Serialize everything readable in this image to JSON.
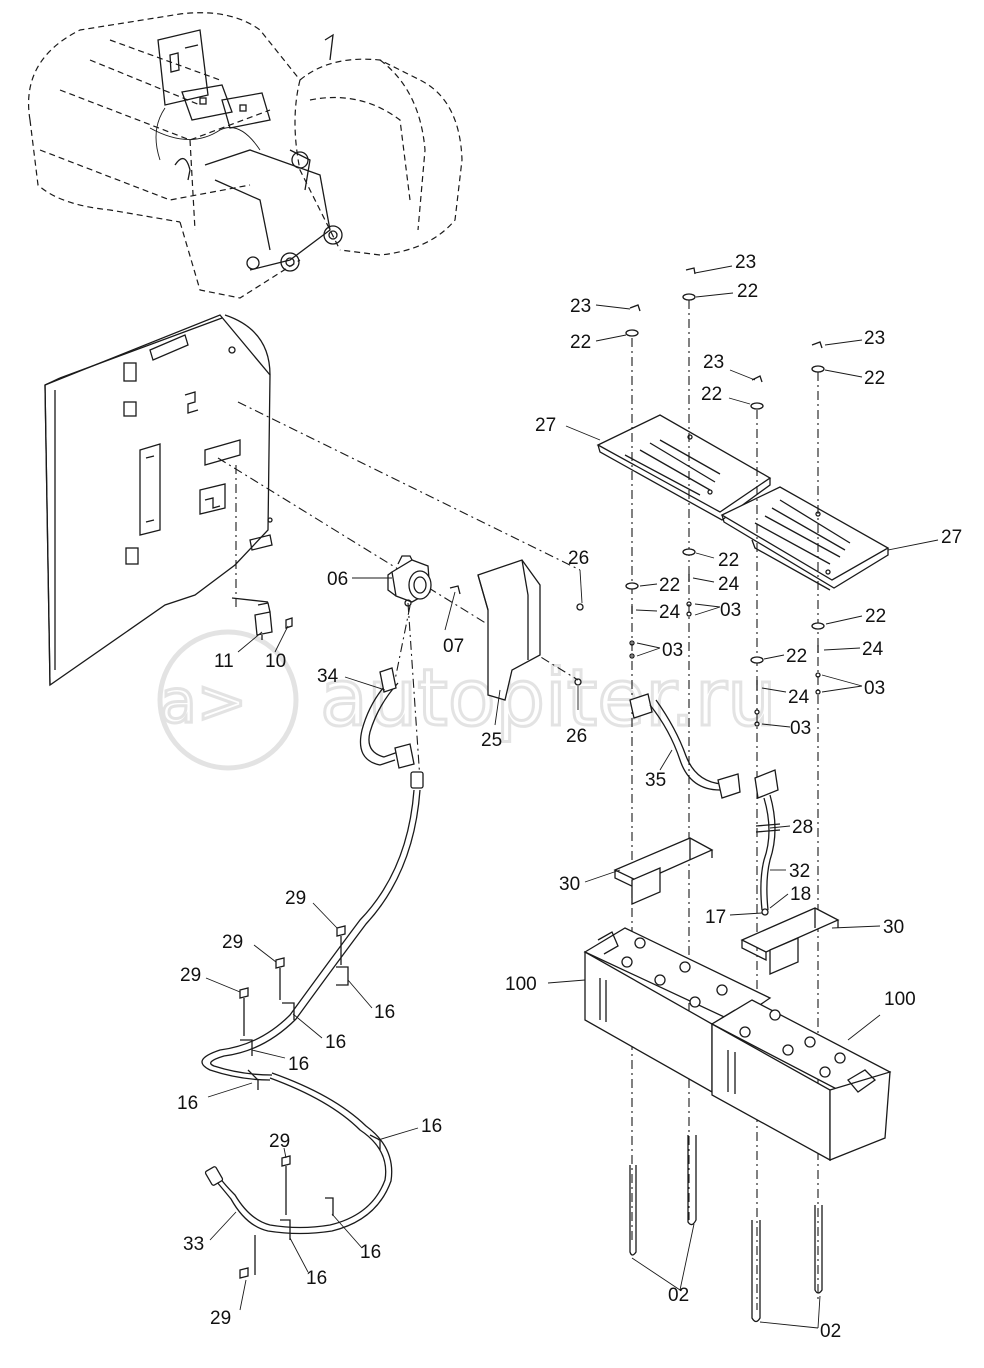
{
  "watermark": "autopiter.ru",
  "callouts": [
    {
      "id": "c23a",
      "text": "23"
    },
    {
      "id": "c22a",
      "text": "22"
    },
    {
      "id": "c23b",
      "text": "23"
    },
    {
      "id": "c22b",
      "text": "22"
    },
    {
      "id": "c23c",
      "text": "23"
    },
    {
      "id": "c22c",
      "text": "22"
    },
    {
      "id": "c23d",
      "text": "23"
    },
    {
      "id": "c22d",
      "text": "22"
    },
    {
      "id": "c27a",
      "text": "27"
    },
    {
      "id": "c27b",
      "text": "27"
    },
    {
      "id": "c22e",
      "text": "22"
    },
    {
      "id": "c24a",
      "text": "24"
    },
    {
      "id": "c22f",
      "text": "22"
    },
    {
      "id": "c24b",
      "text": "24"
    },
    {
      "id": "c03a",
      "text": "03"
    },
    {
      "id": "c03b",
      "text": "03"
    },
    {
      "id": "c22g",
      "text": "22"
    },
    {
      "id": "c24c",
      "text": "24"
    },
    {
      "id": "c22h",
      "text": "22"
    },
    {
      "id": "c24d",
      "text": "24"
    },
    {
      "id": "c03c",
      "text": "03"
    },
    {
      "id": "c03d",
      "text": "03"
    },
    {
      "id": "c26a",
      "text": "26"
    },
    {
      "id": "c26b",
      "text": "26"
    },
    {
      "id": "c25",
      "text": "25"
    },
    {
      "id": "c06",
      "text": "06"
    },
    {
      "id": "c07",
      "text": "07"
    },
    {
      "id": "c11",
      "text": "11"
    },
    {
      "id": "c10",
      "text": "10"
    },
    {
      "id": "c34",
      "text": "34"
    },
    {
      "id": "c35",
      "text": "35"
    },
    {
      "id": "c28",
      "text": "28"
    },
    {
      "id": "c32",
      "text": "32"
    },
    {
      "id": "c18",
      "text": "18"
    },
    {
      "id": "c17",
      "text": "17"
    },
    {
      "id": "c30a",
      "text": "30"
    },
    {
      "id": "c30b",
      "text": "30"
    },
    {
      "id": "c100a",
      "text": "100"
    },
    {
      "id": "c100b",
      "text": "100"
    },
    {
      "id": "c29a",
      "text": "29"
    },
    {
      "id": "c29b",
      "text": "29"
    },
    {
      "id": "c29c",
      "text": "29"
    },
    {
      "id": "c16a",
      "text": "16"
    },
    {
      "id": "c16b",
      "text": "16"
    },
    {
      "id": "c16c",
      "text": "16"
    },
    {
      "id": "c16d",
      "text": "16"
    },
    {
      "id": "c16e",
      "text": "16"
    },
    {
      "id": "c29d",
      "text": "29"
    },
    {
      "id": "c33",
      "text": "33"
    },
    {
      "id": "c16f",
      "text": "16"
    },
    {
      "id": "c16g",
      "text": "16"
    },
    {
      "id": "c29e",
      "text": "29"
    },
    {
      "id": "c02a",
      "text": "02"
    },
    {
      "id": "c02b",
      "text": "02"
    }
  ]
}
